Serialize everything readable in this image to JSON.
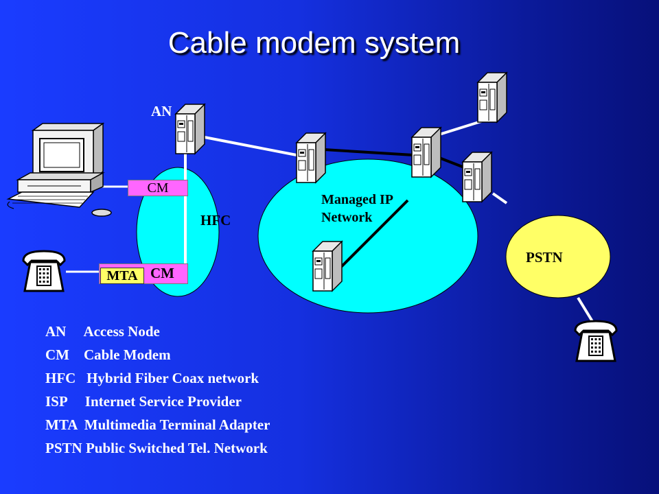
{
  "title": "Cable modem system",
  "labels": {
    "an": "AN",
    "hfc": "HFC",
    "managed_ip_line1": "Managed IP",
    "managed_ip_line2": "Network",
    "pstn": "PSTN",
    "cm_top": "CM",
    "mta": "MTA",
    "cm_bottom": "CM"
  },
  "legend": [
    {
      "abbr": "AN",
      "text": "Access Node"
    },
    {
      "abbr": "CM",
      "text": "Cable Modem"
    },
    {
      "abbr": "HFC",
      "text": "Hybrid Fiber Coax network"
    },
    {
      "abbr": "ISP",
      "text": "Internet Service Provider"
    },
    {
      "abbr": "MTA",
      "text": "Multimedia Terminal Adapter"
    },
    {
      "abbr": "PSTN",
      "text": "Public Switched Tel. Network"
    }
  ],
  "colors": {
    "hfc_cloud": "#00ffff",
    "ip_cloud": "#00ffff",
    "pstn_cloud": "#ffff66",
    "cm_box": "#ff66ff",
    "mta_box": "#ffff66"
  },
  "icons": [
    "computer-icon",
    "telephone-icon",
    "server-icon"
  ]
}
